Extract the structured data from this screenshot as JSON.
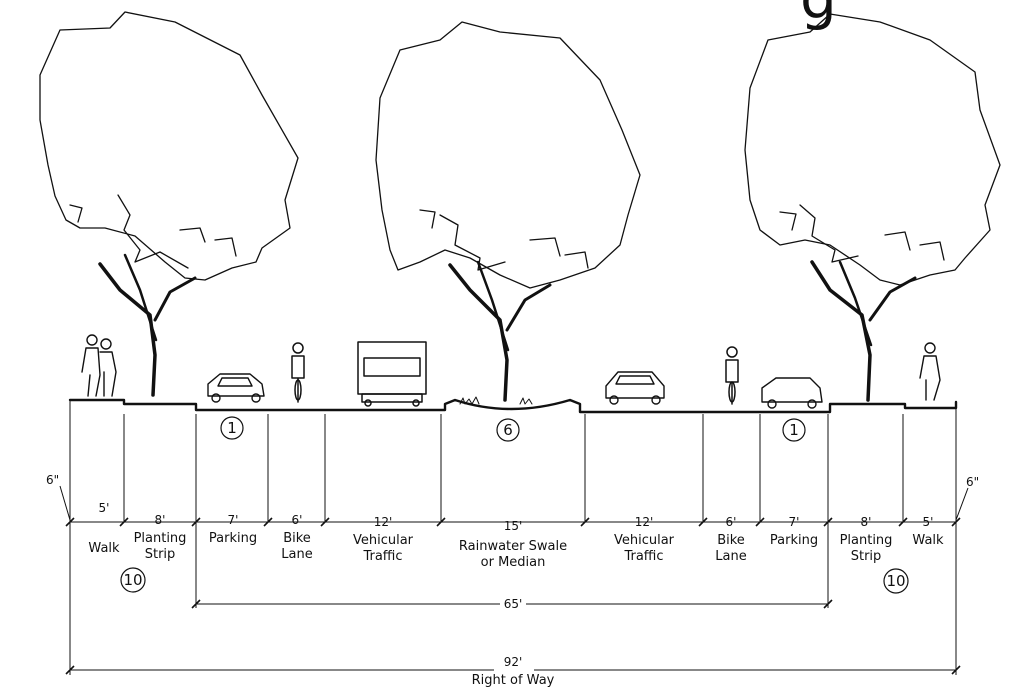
{
  "corner_fragment": "g",
  "curb_height": "6\"",
  "zones": [
    {
      "width": "5'",
      "label": [
        "Walk"
      ]
    },
    {
      "width": "8'",
      "label": [
        "Planting",
        "Strip"
      ]
    },
    {
      "width": "7'",
      "label": [
        "Parking"
      ]
    },
    {
      "width": "6'",
      "label": [
        "Bike",
        "Lane"
      ]
    },
    {
      "width": "12'",
      "label": [
        "Vehicular",
        "Traffic"
      ]
    },
    {
      "width": "15'",
      "label": [
        "Rainwater Swale",
        "or Median"
      ]
    },
    {
      "width": "12'",
      "label": [
        "Vehicular",
        "Traffic"
      ]
    },
    {
      "width": "6'",
      "label": [
        "Bike",
        "Lane"
      ]
    },
    {
      "width": "7'",
      "label": [
        "Parking"
      ]
    },
    {
      "width": "8'",
      "label": [
        "Planting",
        "Strip"
      ]
    },
    {
      "width": "5'",
      "label": [
        "Walk"
      ]
    }
  ],
  "keys": {
    "parking_left": "1",
    "median": "6",
    "parking_right": "1",
    "walk_left": "10",
    "walk_right": "10"
  },
  "curb_to_curb": "65'",
  "right_of_way": {
    "width": "92'",
    "label": "Right of Way"
  }
}
